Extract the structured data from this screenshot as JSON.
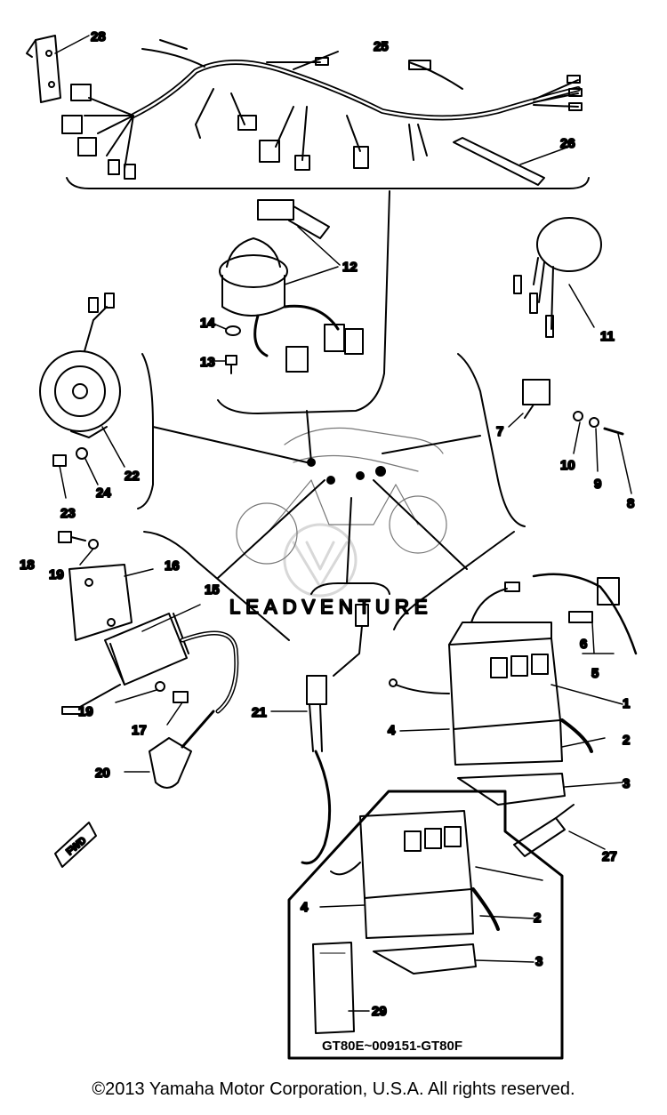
{
  "diagram": {
    "callouts": [
      "1",
      "2",
      "3",
      "4",
      "5",
      "6",
      "7",
      "8",
      "9",
      "10",
      "11",
      "12",
      "13",
      "14",
      "15",
      "16",
      "17",
      "18",
      "19",
      "19",
      "20",
      "21",
      "22",
      "23",
      "24",
      "25",
      "26",
      "27",
      "28",
      "2",
      "3",
      "4",
      "29"
    ],
    "inset_title": "GT80E~009151-GT80F",
    "watermark": "LEADVENTURE",
    "fwd_label": "FWD"
  },
  "footer": {
    "copyright": "©2013 Yamaha Motor Corporation, U.S.A. All rights reserved."
  }
}
